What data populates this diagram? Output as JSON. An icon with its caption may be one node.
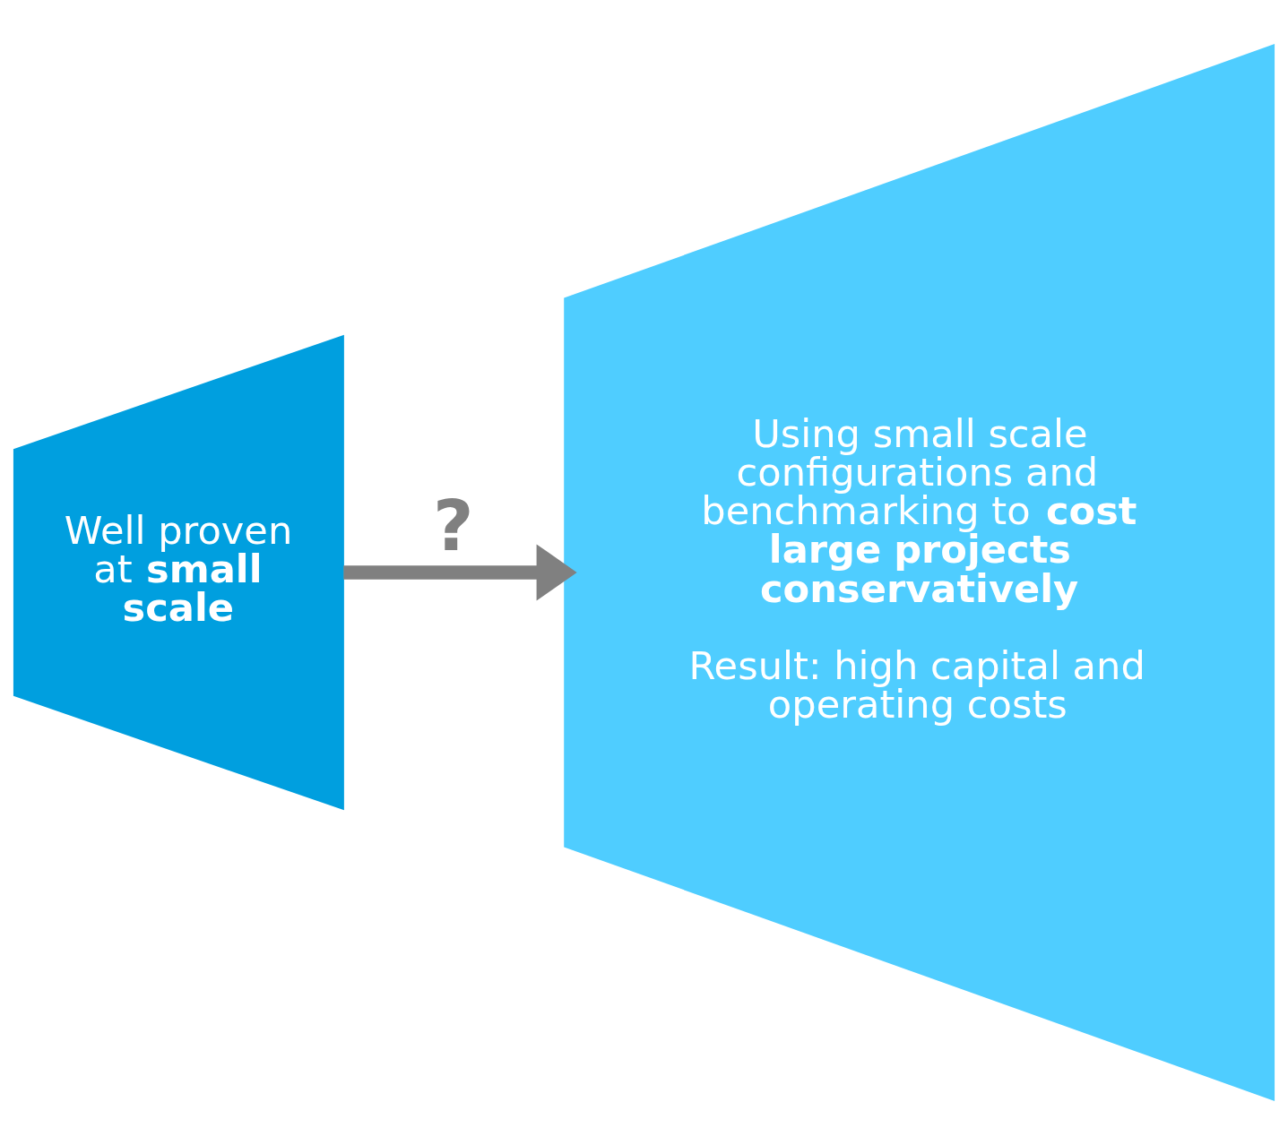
{
  "diagram": {
    "nodes": [
      {
        "text": [
          "Well proven at **small scale**"
        ]
      },
      {
        "text": [
          "Using small scale configurations and benchmarking to **cost large projects conservatively**",
          "Result: high capital and operating costs"
        ]
      }
    ],
    "edges": [
      {
        "from": 0,
        "to": 1,
        "arrow": "to",
        "label": "?"
      }
    ]
  }
}
